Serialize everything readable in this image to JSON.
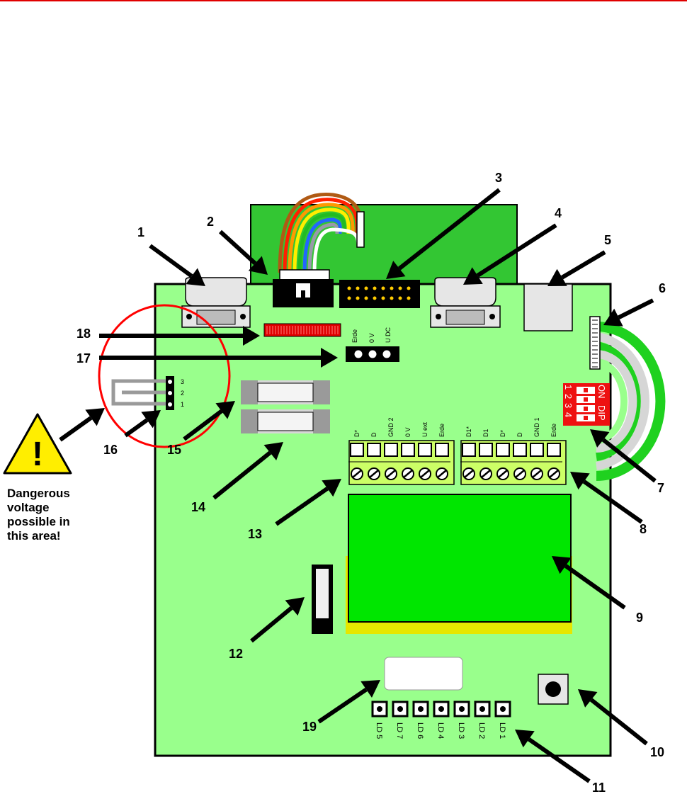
{
  "colors": {
    "board": "#99ff8c",
    "green_board": "#33c633",
    "lcd": "#00e600",
    "lcd_frame": "#e6e600",
    "terminal_block": "#ccff66",
    "ribbon_red": "#e00000",
    "dip_red": "#ee1111",
    "danger_circle": "#ff0000",
    "warning_yellow": "#ffee00",
    "accent_line": "#e00000"
  },
  "callouts": [
    "1",
    "2",
    "3",
    "4",
    "5",
    "6",
    "7",
    "8",
    "9",
    "10",
    "11",
    "12",
    "13",
    "14",
    "15",
    "16",
    "17",
    "18",
    "19"
  ],
  "warning": {
    "icon": "warning-triangle-icon",
    "symbol": "!",
    "line1": "Dangerous",
    "line2": "voltage",
    "line3": "possible in",
    "line4": "this area!"
  },
  "power_header": {
    "labels": [
      "Erde",
      "0 V",
      "U DC"
    ]
  },
  "jumper_pins": [
    "3",
    "2",
    "1"
  ],
  "dip_switch": {
    "on": "ON",
    "dip": "DIP",
    "numbers": [
      "1",
      "2",
      "3",
      "4"
    ]
  },
  "terminal_left": {
    "labels": [
      "D*",
      "D",
      "GND 2",
      "0 V",
      "U ext",
      "Erde"
    ]
  },
  "terminal_right": {
    "labels": [
      "D1*",
      "D1",
      "D*",
      "D",
      "GND 1",
      "Erde"
    ]
  },
  "leds": {
    "labels": [
      "LD 5",
      "LD 7",
      "LD 6",
      "LD 4",
      "LD 3",
      "LD 2",
      "LD 1"
    ]
  }
}
